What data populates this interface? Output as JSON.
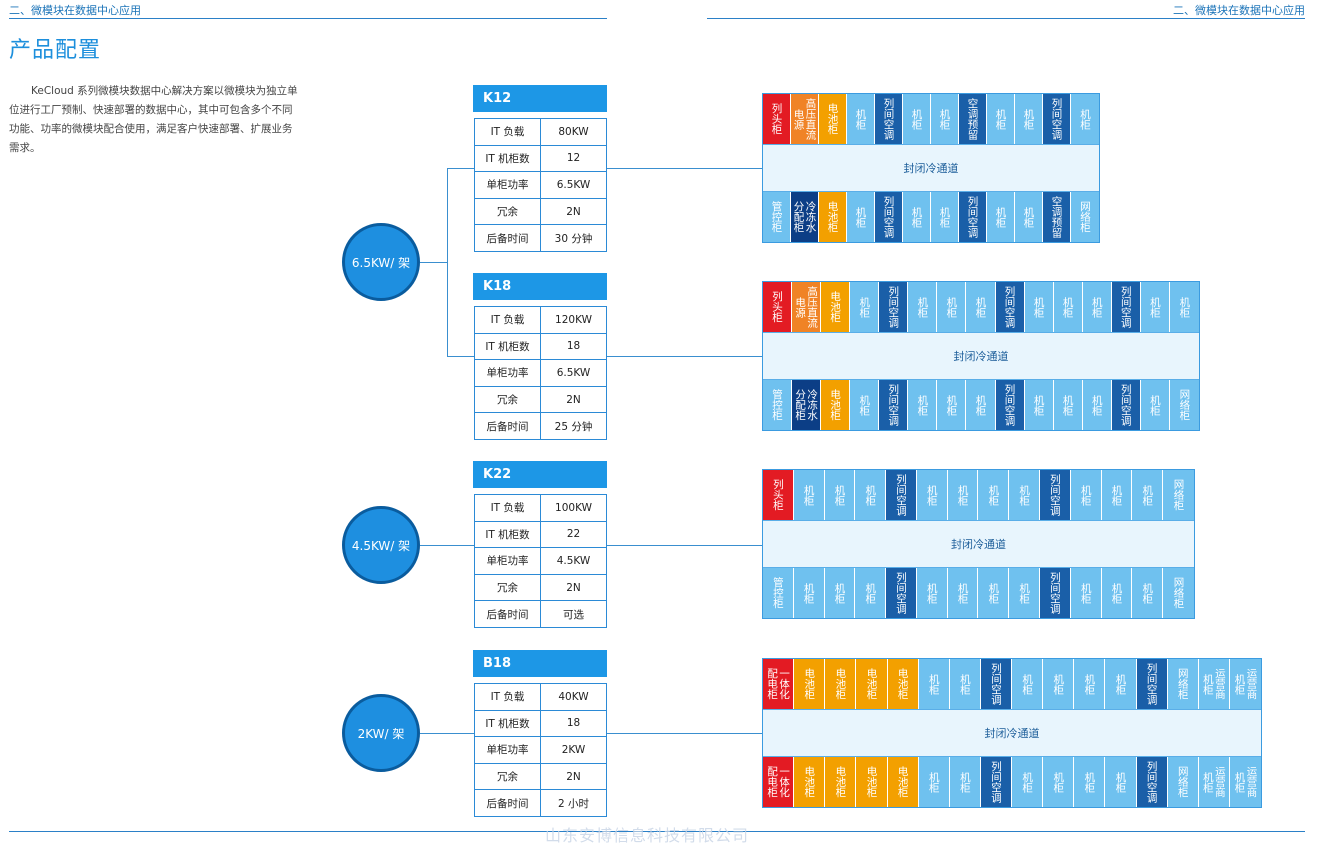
{
  "header": {
    "left_title": "二、微模块在数据中心应用",
    "right_title": "二、微模块在数据中心应用"
  },
  "page_title": "产品配置",
  "intro": "KeCloud 系列微模块数据中心解决方案以微模块为独立单位进行工厂预制、快速部署的数据中心，其中可包含多个不同功能、功率的微模块配合使用，满足客户快速部署、扩展业务需求。",
  "power_groups": [
    "6.5KW/ 架",
    "4.5KW/ 架",
    "2KW/ 架"
  ],
  "aisle_label": "封闭冷通道",
  "spec_labels": [
    "IT 负载",
    "IT 机柜数",
    "单柜功率",
    "冗余",
    "后备时间"
  ],
  "products": [
    {
      "name": "K12",
      "values": [
        "80KW",
        "12",
        "6.5KW",
        "2N",
        "30 分钟"
      ]
    },
    {
      "name": "K18",
      "values": [
        "120KW",
        "18",
        "6.5KW",
        "2N",
        "25 分钟"
      ]
    },
    {
      "name": "K22",
      "values": [
        "100KW",
        "22",
        "4.5KW",
        "2N",
        "可选"
      ]
    },
    {
      "name": "B18",
      "values": [
        "40KW",
        "18",
        "2KW",
        "2N",
        "2 小时"
      ]
    }
  ],
  "layouts": [
    {
      "top": [
        {
          "t": "列头柜",
          "c": "red"
        },
        {
          "t": "高压直流|电源",
          "c": "orange"
        },
        {
          "t": "电池柜",
          "c": "yellow"
        },
        {
          "t": "机柜",
          "c": "blue"
        },
        {
          "t": "列间空调",
          "c": "ac"
        },
        {
          "t": "机柜",
          "c": "blue"
        },
        {
          "t": "机柜",
          "c": "blue"
        },
        {
          "t": "空调预留",
          "c": "ac"
        },
        {
          "t": "机柜",
          "c": "blue"
        },
        {
          "t": "机柜",
          "c": "blue"
        },
        {
          "t": "列间空调",
          "c": "ac"
        },
        {
          "t": "机柜",
          "c": "blue"
        }
      ],
      "bottom": [
        {
          "t": "管控柜",
          "c": "blue"
        },
        {
          "t": "冷冻水|分配柜",
          "c": "navy"
        },
        {
          "t": "电池柜",
          "c": "yellow"
        },
        {
          "t": "机柜",
          "c": "blue"
        },
        {
          "t": "列间空调",
          "c": "ac"
        },
        {
          "t": "机柜",
          "c": "blue"
        },
        {
          "t": "机柜",
          "c": "blue"
        },
        {
          "t": "列间空调",
          "c": "ac"
        },
        {
          "t": "机柜",
          "c": "blue"
        },
        {
          "t": "机柜",
          "c": "blue"
        },
        {
          "t": "空调预留",
          "c": "ac"
        },
        {
          "t": "网络柜",
          "c": "blue"
        }
      ]
    },
    {
      "top": [
        {
          "t": "列头柜",
          "c": "red"
        },
        {
          "t": "高压直流|电源",
          "c": "orange"
        },
        {
          "t": "电池柜",
          "c": "yellow"
        },
        {
          "t": "机柜",
          "c": "blue"
        },
        {
          "t": "列间空调",
          "c": "ac"
        },
        {
          "t": "机柜",
          "c": "blue"
        },
        {
          "t": "机柜",
          "c": "blue"
        },
        {
          "t": "机柜",
          "c": "blue"
        },
        {
          "t": "列间空调",
          "c": "ac"
        },
        {
          "t": "机柜",
          "c": "blue"
        },
        {
          "t": "机柜",
          "c": "blue"
        },
        {
          "t": "机柜",
          "c": "blue"
        },
        {
          "t": "列间空调",
          "c": "ac"
        },
        {
          "t": "机柜",
          "c": "blue"
        },
        {
          "t": "机柜",
          "c": "blue"
        }
      ],
      "bottom": [
        {
          "t": "管控柜",
          "c": "blue"
        },
        {
          "t": "冷冻水|分配柜",
          "c": "navy"
        },
        {
          "t": "电池柜",
          "c": "yellow"
        },
        {
          "t": "机柜",
          "c": "blue"
        },
        {
          "t": "列间空调",
          "c": "ac"
        },
        {
          "t": "机柜",
          "c": "blue"
        },
        {
          "t": "机柜",
          "c": "blue"
        },
        {
          "t": "机柜",
          "c": "blue"
        },
        {
          "t": "列间空调",
          "c": "ac"
        },
        {
          "t": "机柜",
          "c": "blue"
        },
        {
          "t": "机柜",
          "c": "blue"
        },
        {
          "t": "机柜",
          "c": "blue"
        },
        {
          "t": "列间空调",
          "c": "ac"
        },
        {
          "t": "机柜",
          "c": "blue"
        },
        {
          "t": "网络柜",
          "c": "blue"
        }
      ]
    },
    {
      "top": [
        {
          "t": "列头柜",
          "c": "red"
        },
        {
          "t": "机柜",
          "c": "blue"
        },
        {
          "t": "机柜",
          "c": "blue"
        },
        {
          "t": "机柜",
          "c": "blue"
        },
        {
          "t": "列间空调",
          "c": "ac"
        },
        {
          "t": "机柜",
          "c": "blue"
        },
        {
          "t": "机柜",
          "c": "blue"
        },
        {
          "t": "机柜",
          "c": "blue"
        },
        {
          "t": "机柜",
          "c": "blue"
        },
        {
          "t": "列间空调",
          "c": "ac"
        },
        {
          "t": "机柜",
          "c": "blue"
        },
        {
          "t": "机柜",
          "c": "blue"
        },
        {
          "t": "机柜",
          "c": "blue"
        },
        {
          "t": "网络柜",
          "c": "blue"
        }
      ],
      "bottom": [
        {
          "t": "管控柜",
          "c": "blue"
        },
        {
          "t": "机柜",
          "c": "blue"
        },
        {
          "t": "机柜",
          "c": "blue"
        },
        {
          "t": "机柜",
          "c": "blue"
        },
        {
          "t": "列间空调",
          "c": "ac"
        },
        {
          "t": "机柜",
          "c": "blue"
        },
        {
          "t": "机柜",
          "c": "blue"
        },
        {
          "t": "机柜",
          "c": "blue"
        },
        {
          "t": "机柜",
          "c": "blue"
        },
        {
          "t": "列间空调",
          "c": "ac"
        },
        {
          "t": "机柜",
          "c": "blue"
        },
        {
          "t": "机柜",
          "c": "blue"
        },
        {
          "t": "机柜",
          "c": "blue"
        },
        {
          "t": "网络柜",
          "c": "blue"
        }
      ]
    },
    {
      "top": [
        {
          "t": "一体化|配电柜",
          "c": "red"
        },
        {
          "t": "电池柜",
          "c": "yellow"
        },
        {
          "t": "电池柜",
          "c": "yellow"
        },
        {
          "t": "电池柜",
          "c": "yellow"
        },
        {
          "t": "电池柜",
          "c": "yellow"
        },
        {
          "t": "机柜",
          "c": "blue"
        },
        {
          "t": "机柜",
          "c": "blue"
        },
        {
          "t": "列间空调",
          "c": "ac"
        },
        {
          "t": "机柜",
          "c": "blue"
        },
        {
          "t": "机柜",
          "c": "blue"
        },
        {
          "t": "机柜",
          "c": "blue"
        },
        {
          "t": "机柜",
          "c": "blue"
        },
        {
          "t": "列间空调",
          "c": "ac"
        },
        {
          "t": "网络柜",
          "c": "blue"
        },
        {
          "t": "运营商|机柜",
          "c": "blue"
        },
        {
          "t": "运营商|机柜",
          "c": "blue"
        }
      ],
      "bottom": [
        {
          "t": "一体化|配电柜",
          "c": "red"
        },
        {
          "t": "电池柜",
          "c": "yellow"
        },
        {
          "t": "电池柜",
          "c": "yellow"
        },
        {
          "t": "电池柜",
          "c": "yellow"
        },
        {
          "t": "电池柜",
          "c": "yellow"
        },
        {
          "t": "机柜",
          "c": "blue"
        },
        {
          "t": "机柜",
          "c": "blue"
        },
        {
          "t": "列间空调",
          "c": "ac"
        },
        {
          "t": "机柜",
          "c": "blue"
        },
        {
          "t": "机柜",
          "c": "blue"
        },
        {
          "t": "机柜",
          "c": "blue"
        },
        {
          "t": "机柜",
          "c": "blue"
        },
        {
          "t": "列间空调",
          "c": "ac"
        },
        {
          "t": "网络柜",
          "c": "blue"
        },
        {
          "t": "运营商|机柜",
          "c": "blue"
        },
        {
          "t": "运营商|机柜",
          "c": "blue"
        }
      ]
    }
  ],
  "watermark": "山东安博信息科技有限公司"
}
